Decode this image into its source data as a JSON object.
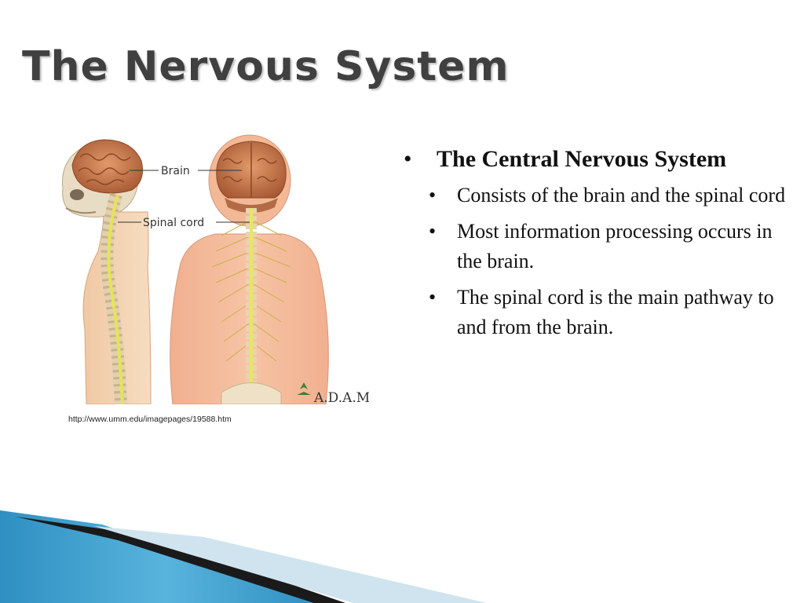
{
  "slide": {
    "title": "The Nervous System",
    "figure": {
      "label_brain": "Brain",
      "label_spinal_cord": "Spinal cord",
      "watermark": "A.D.A.M."
    },
    "credit": "http://www.umm.edu/imagepages/19588.htm",
    "bullets": [
      {
        "text": "The Central Nervous System",
        "children": [
          "Consists of the brain and the spinal cord",
          "Most information processing occurs in the brain.",
          "The spinal cord is the main pathway to and from the brain."
        ]
      }
    ],
    "bullet_glyph": "•"
  },
  "colors": {
    "title": "#404040",
    "footer_dark": "#1a1a1a",
    "footer_blue": "#3a9ccc",
    "footer_light": "#cfe4ef"
  }
}
